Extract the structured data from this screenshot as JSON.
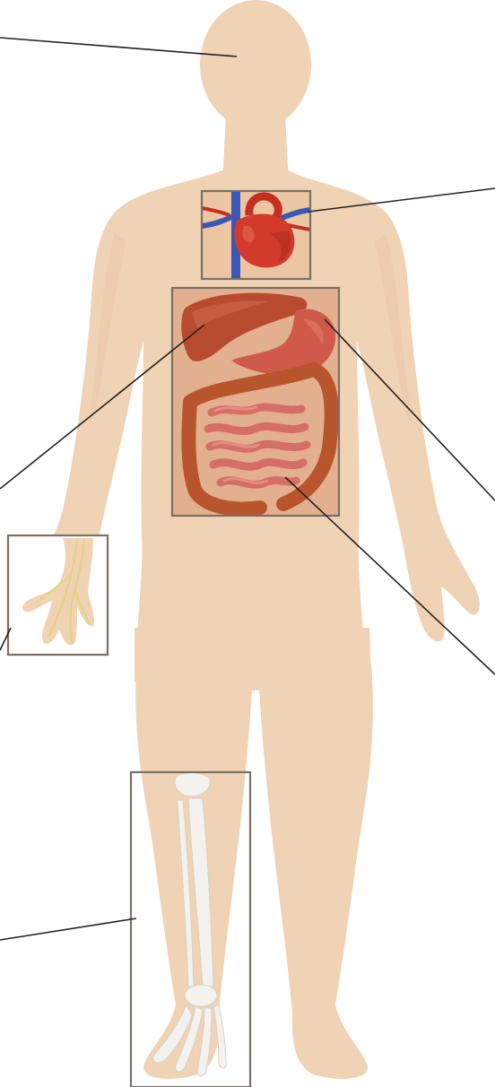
{
  "diagram": {
    "colors": {
      "skin": "#f0d2b4",
      "skin_shadow": "#e8c6a3",
      "heart": "#d23b2a",
      "heart_dark": "#a82a1c",
      "artery_blue": "#3a57b8",
      "liver": "#b84a30",
      "stomach": "#cf5a4a",
      "intestine_small": "#d76e66",
      "intestine_large": "#b8552c",
      "nerve": "#e4d47a",
      "bone": "#f4f2ee",
      "frame": "#7a7066",
      "leader_line": "#222222"
    },
    "insets": [
      {
        "name": "heart"
      },
      {
        "name": "digestive-organs"
      },
      {
        "name": "hand-nerves"
      },
      {
        "name": "leg-bones"
      }
    ],
    "callout_labels": []
  }
}
